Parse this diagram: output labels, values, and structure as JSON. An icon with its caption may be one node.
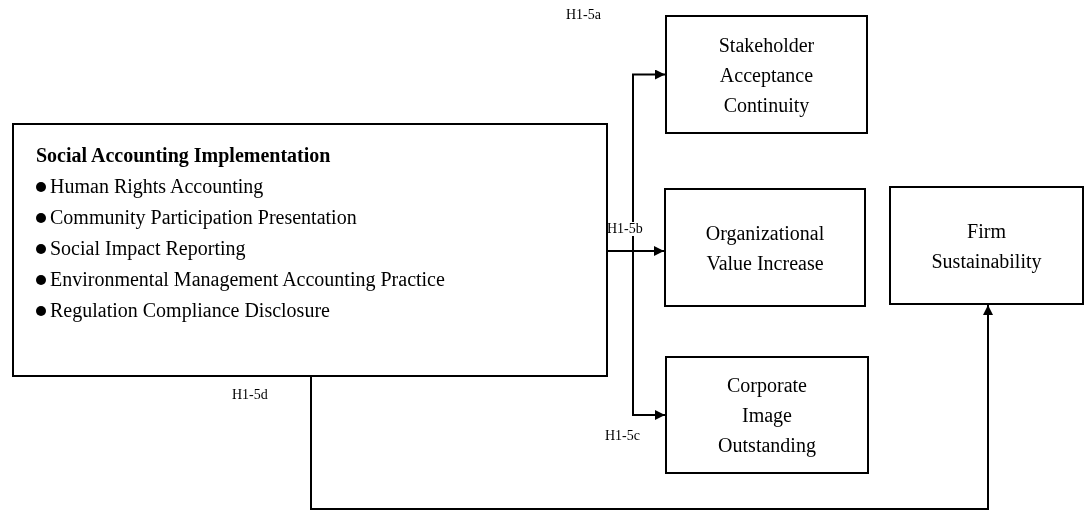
{
  "diagram": {
    "nodes": [
      {
        "text": [
          "Social Accounting Implementation",
          "Human Rights Accounting",
          "Community Participation Presentation",
          "Social Impact Reporting",
          "Environmental Management Accounting Practice",
          "Regulation Compliance Disclosure"
        ]
      },
      {
        "text": [
          "Stakeholder Acceptance Continuity"
        ]
      },
      {
        "text": [
          "Organizational Value Increase"
        ]
      },
      {
        "text": [
          "Corporate Image Outstanding"
        ]
      },
      {
        "text": [
          "Firm Sustainability"
        ]
      }
    ],
    "edges": [
      {
        "from": 0,
        "to": 1,
        "arrow": "to",
        "label": "H1-5a"
      },
      {
        "from": 0,
        "to": 2,
        "arrow": "to",
        "label": "H1-5b"
      },
      {
        "from": 0,
        "to": 3,
        "arrow": "to",
        "label": "H1-5c"
      },
      {
        "from": 0,
        "to": 4,
        "arrow": "to",
        "label": "H1-5d"
      }
    ]
  }
}
